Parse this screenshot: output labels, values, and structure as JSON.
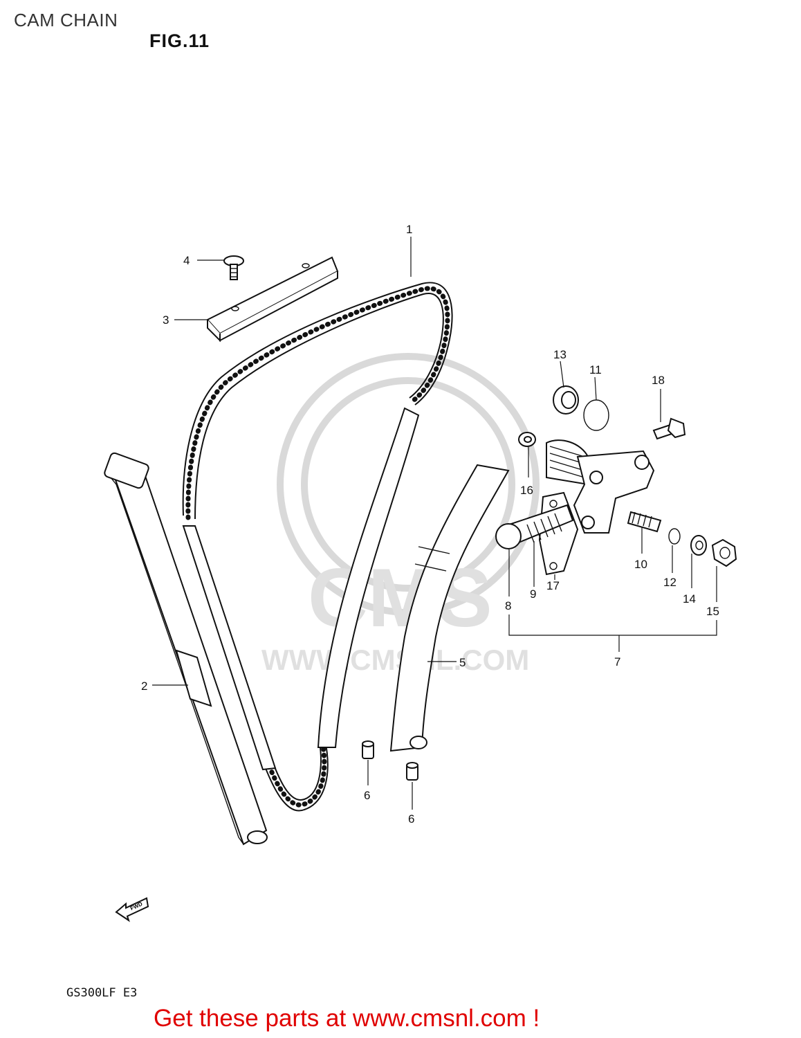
{
  "page": {
    "title": "CAM CHAIN",
    "figure": "FIG.11",
    "model": "GS300LF  E3",
    "cta": "Get these parts at www.cmsnl.com !",
    "fwd": "FWD"
  },
  "watermark": {
    "logo": "CMS",
    "url": "WWW.CMSNL.COM"
  },
  "callouts": {
    "p1": "1",
    "p2": "2",
    "p3": "3",
    "p4": "4",
    "p5": "5",
    "p6a": "6",
    "p6b": "6",
    "p7": "7",
    "p8": "8",
    "p9": "9",
    "p10": "10",
    "p11": "11",
    "p12": "12",
    "p13": "13",
    "p14": "14",
    "p15": "15",
    "p16": "16",
    "p17": "17",
    "p18": "18"
  },
  "colors": {
    "cta": "#e00000",
    "watermark": "#d9d9d9"
  }
}
